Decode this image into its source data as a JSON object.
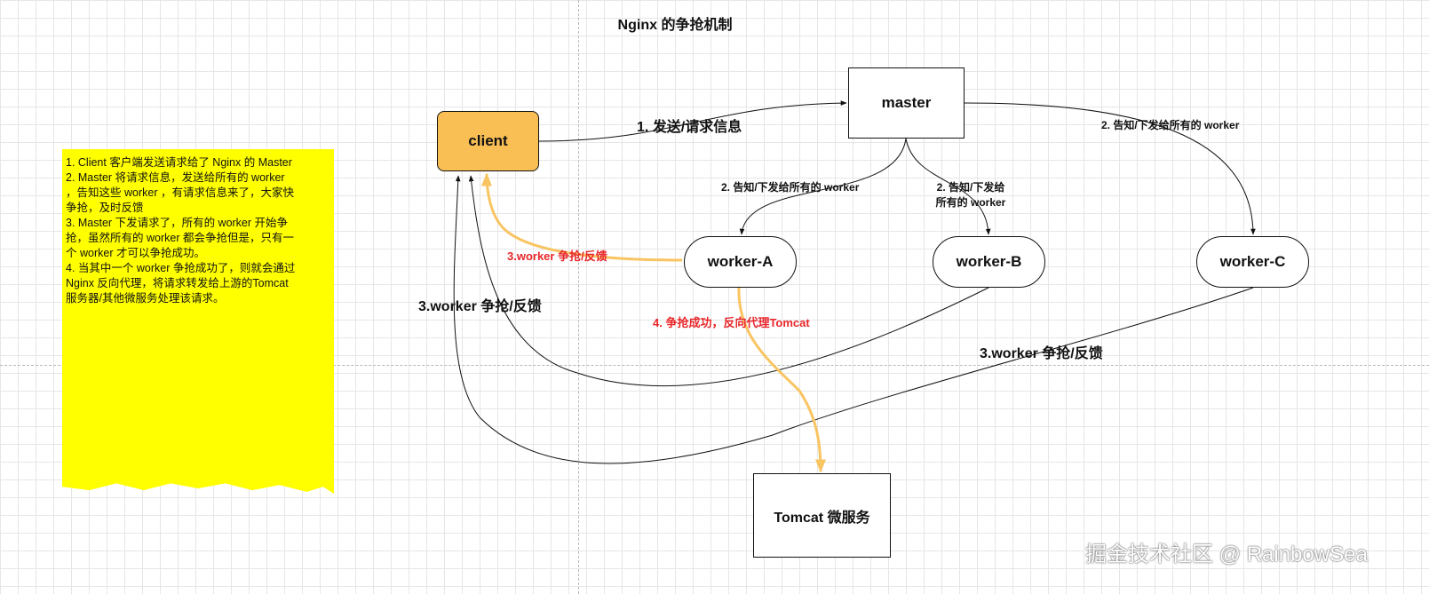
{
  "title": "Nginx 的争抢机制",
  "nodes": {
    "client": "client",
    "master": "master",
    "worker_a": "worker-A",
    "worker_b": "worker-B",
    "worker_c": "worker-C",
    "tomcat": "Tomcat 微服务"
  },
  "edges": {
    "client_to_master": "1. 发送/请求信息",
    "master_to_a": "2. 告知/下发给所有的 worker",
    "master_to_b_line1": "2. 告知/下发给",
    "master_to_b_line2": "所有的 worker",
    "master_to_c": "2. 告知/下发给所有的 worker",
    "a_to_client": "3.worker 争抢/反馈",
    "b_to_client": "3.worker 争抢/反馈",
    "c_to_client": "3.worker 争抢/反馈",
    "a_to_tomcat": "4. 争抢成功，反向代理Tomcat"
  },
  "note": {
    "lines": [
      "1. Client 客户端发送请求给了 Nginx 的 Master",
      "2. Master 将请求信息，发送给所有的 worker",
      "，告知这些 worker ，有请求信息来了，大家快",
      "争抢，及时反馈",
      "3. Master 下发请求了，所有的 worker 开始争",
      "抢，虽然所有的 worker 都会争抢但是，只有一",
      "个 worker 才可以争抢成功。",
      "4. 当其中一个 worker 争抢成功了，则就会通过",
      "Nginx 反向代理，将请求转发给上游的Tomcat",
      "服务器/其他微服务处理该请求。"
    ]
  },
  "watermark": "掘金技术社区 @ RainbowSea",
  "colors": {
    "client_fill": "#f9bf55",
    "note_fill": "#ffff00",
    "highlight_arrow": "#f9c462",
    "red_label": "#e8262a",
    "black_arrow": "#111111"
  }
}
